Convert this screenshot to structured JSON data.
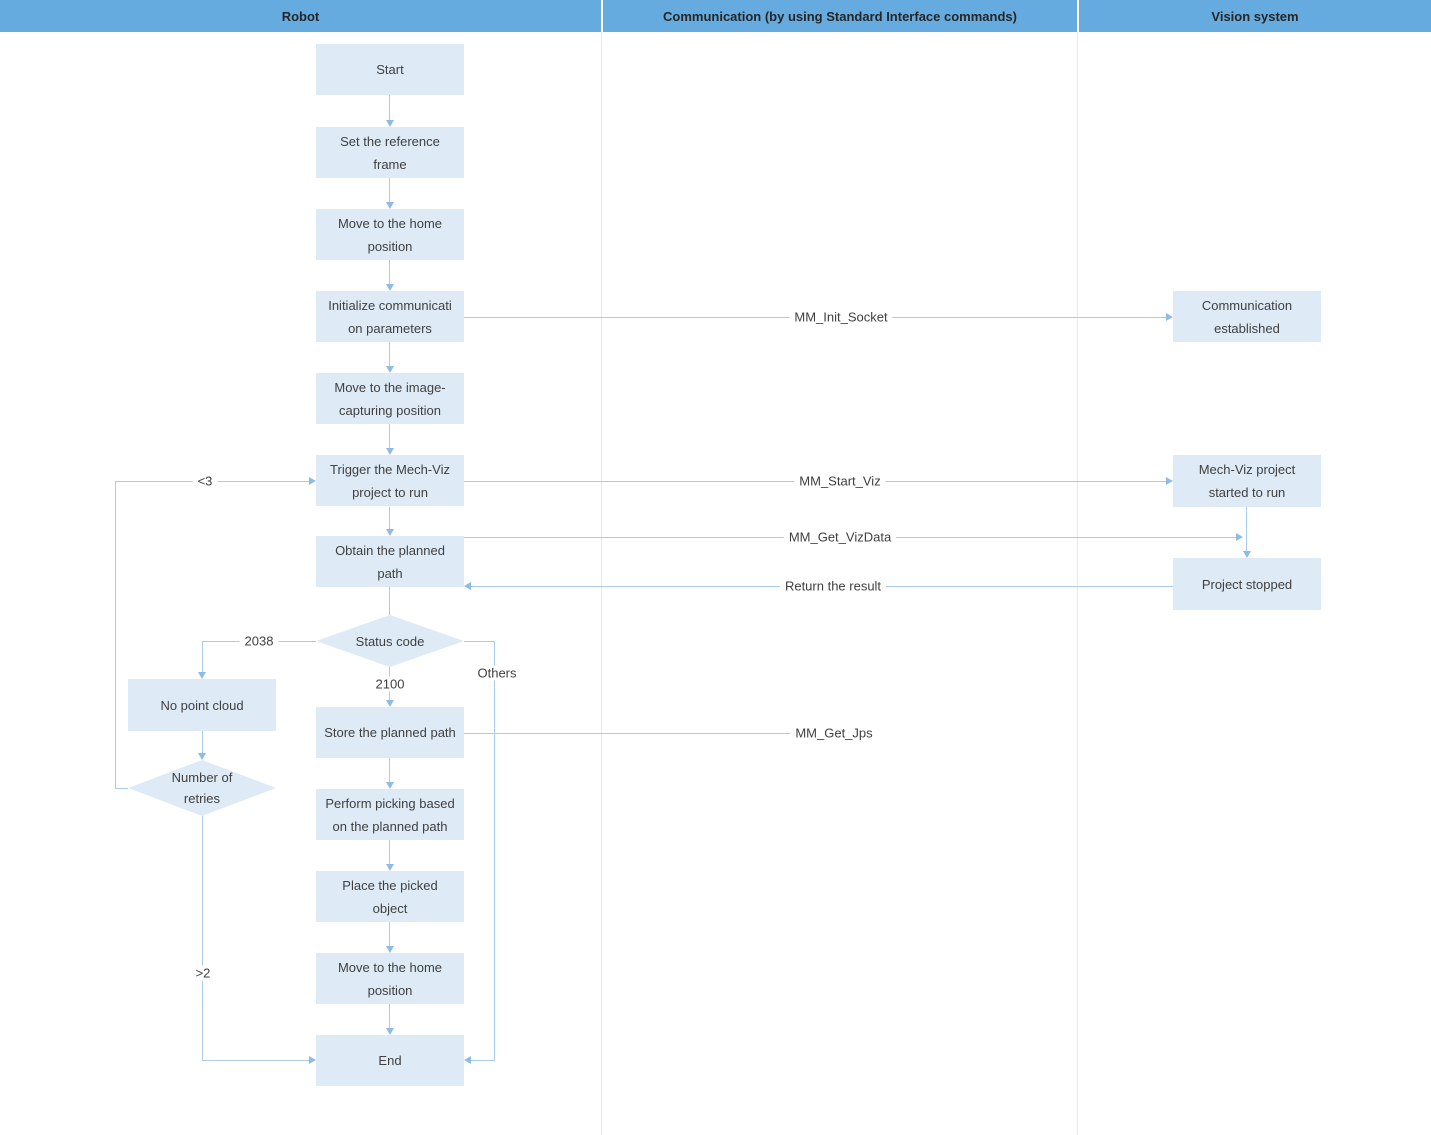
{
  "header": {
    "robot": "Robot",
    "communication": "Communication (by using Standard Interface commands)",
    "vision": "Vision system"
  },
  "robot_lane": {
    "start": "Start",
    "set_reference_frame": "Set the reference\nframe",
    "move_home_1": "Move to the home\nposition",
    "init_comm": "Initialize communicati\non parameters",
    "move_image": "Move to the image-\ncapturing position",
    "trigger_viz": "Trigger the Mech-Viz\nproject to run",
    "obtain_path": "Obtain the planned\npath",
    "status_code": "Status code",
    "no_point_cloud": "No point cloud",
    "number_of_retries": "Number of\nretries",
    "store_path": "Store the planned path",
    "perform_picking": "Perform picking based\non the planned path",
    "place_object": "Place the picked\nobject",
    "move_home_2": "Move to the home\nposition",
    "end": "End"
  },
  "vision_lane": {
    "comm_established": "Communication\nestablished",
    "mechviz_started": "Mech-Viz project\nstarted to run",
    "project_stopped": "Project stopped"
  },
  "messages": {
    "mm_init_socket": "MM_Init_Socket",
    "mm_start_viz": "MM_Start_Viz",
    "mm_get_vizdata": "MM_Get_VizData",
    "return_the_result": "Return the result",
    "mm_get_jps": "MM_Get_Jps"
  },
  "branch_labels": {
    "retry_lt3": "<3",
    "status_2038": "2038",
    "status_2100": "2100",
    "status_others": "Others",
    "retries_gt2": ">2"
  },
  "colors": {
    "header_bg": "#66ABDF",
    "header_text": "#262626",
    "node_fill": "#DEEBF7",
    "line": "#A9CCEA",
    "arrow": "#8FBCE5",
    "text": "#404040",
    "lane_divider": "#E9E9E9"
  }
}
